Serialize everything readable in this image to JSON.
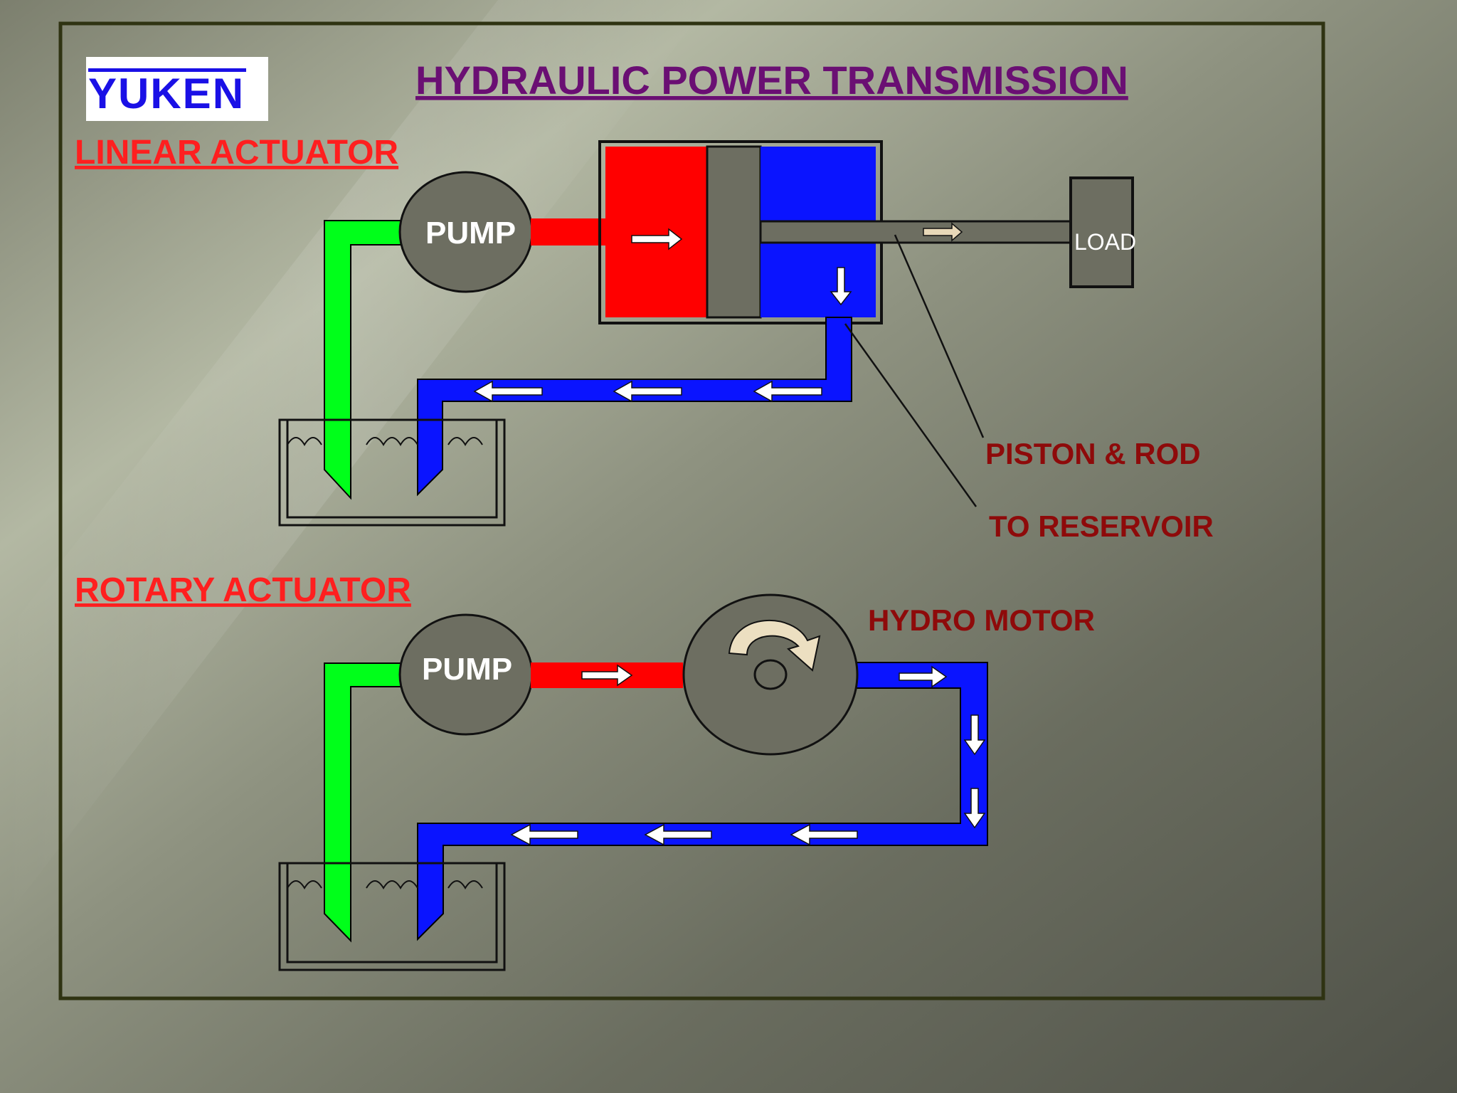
{
  "title": "HYDRAULIC  POWER  TRANSMISSION",
  "logo": {
    "text": "YUKEN"
  },
  "linear": {
    "heading": "LINEAR  ACTUATOR",
    "pump_label": "PUMP",
    "load_label": "LOAD",
    "callout_piston": "PISTON & ROD",
    "callout_reservoir": "TO RESERVOIR"
  },
  "rotary": {
    "heading": "ROTARY  ACTUATOR",
    "pump_label": "PUMP",
    "motor_label": "HYDRO MOTOR"
  },
  "colors": {
    "suction": "#00ff1a",
    "pressure": "#ff0000",
    "return": "#0a14ff",
    "title": "#6a0f73",
    "heading": "#ff1f1f",
    "label": "#8e0a0a",
    "frame": "#2f3312"
  }
}
